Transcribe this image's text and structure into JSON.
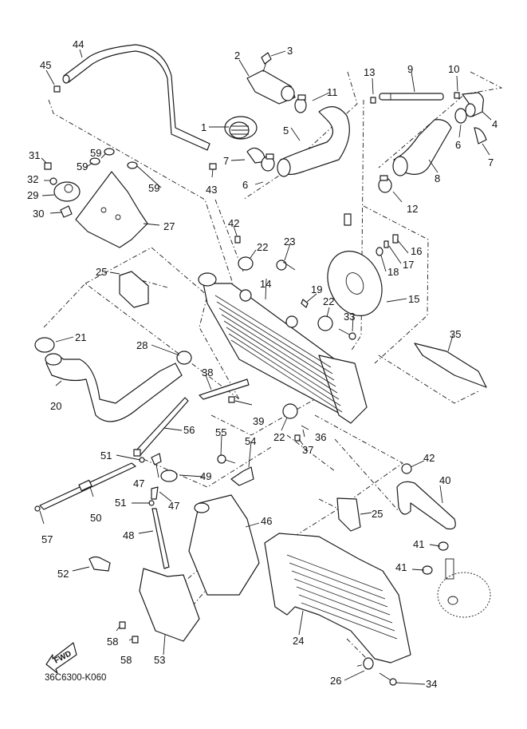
{
  "diagram": {
    "type": "exploded-parts-view",
    "subject": "radiator / cooling system",
    "drawing_code": "36C6300-K060",
    "direction_badge": "FWD",
    "parts": [
      {
        "ref": "1",
        "name": "thermostat"
      },
      {
        "ref": "2",
        "name": "thermostat-cover"
      },
      {
        "ref": "3",
        "name": "bolt"
      },
      {
        "ref": "4",
        "name": "joint-pipe"
      },
      {
        "ref": "5",
        "name": "hose"
      },
      {
        "ref": "6",
        "name": "hose-clamp"
      },
      {
        "ref": "7",
        "name": "hose-clamp"
      },
      {
        "ref": "8",
        "name": "hose"
      },
      {
        "ref": "9",
        "name": "breather-hose"
      },
      {
        "ref": "10",
        "name": "clip"
      },
      {
        "ref": "11",
        "name": "hose-clamp"
      },
      {
        "ref": "12",
        "name": "hose-clamp"
      },
      {
        "ref": "13",
        "name": "clip"
      },
      {
        "ref": "14",
        "name": "radiator"
      },
      {
        "ref": "15",
        "name": "fan-motor"
      },
      {
        "ref": "16",
        "name": "bolt"
      },
      {
        "ref": "17",
        "name": "collar"
      },
      {
        "ref": "18",
        "name": "grommet"
      },
      {
        "ref": "19",
        "name": "nut"
      },
      {
        "ref": "20",
        "name": "hose"
      },
      {
        "ref": "21",
        "name": "hose-clamp"
      },
      {
        "ref": "22",
        "name": "grommet"
      },
      {
        "ref": "23",
        "name": "collar"
      },
      {
        "ref": "24",
        "name": "radiator-cover"
      },
      {
        "ref": "25",
        "name": "damper"
      },
      {
        "ref": "26",
        "name": "collar"
      },
      {
        "ref": "27",
        "name": "bracket"
      },
      {
        "ref": "28",
        "name": "hose-clamp"
      },
      {
        "ref": "29",
        "name": "radiator-cap"
      },
      {
        "ref": "30",
        "name": "clip"
      },
      {
        "ref": "31",
        "name": "screw"
      },
      {
        "ref": "32",
        "name": "washer"
      },
      {
        "ref": "33",
        "name": "bolt"
      },
      {
        "ref": "34",
        "name": "bolt"
      },
      {
        "ref": "35",
        "name": "cover"
      },
      {
        "ref": "36",
        "name": "washer"
      },
      {
        "ref": "37",
        "name": "bolt"
      },
      {
        "ref": "38",
        "name": "bracket"
      },
      {
        "ref": "39",
        "name": "bolt"
      },
      {
        "ref": "40",
        "name": "hose"
      },
      {
        "ref": "41",
        "name": "hose-clamp"
      },
      {
        "ref": "42",
        "name": "clip"
      },
      {
        "ref": "43",
        "name": "clip"
      },
      {
        "ref": "44",
        "name": "hose"
      },
      {
        "ref": "45",
        "name": "clip"
      },
      {
        "ref": "46",
        "name": "reservoir-tank"
      },
      {
        "ref": "47",
        "name": "hose"
      },
      {
        "ref": "48",
        "name": "hose"
      },
      {
        "ref": "49",
        "name": "tank-cap"
      },
      {
        "ref": "50",
        "name": "breather-hose"
      },
      {
        "ref": "51",
        "name": "clip"
      },
      {
        "ref": "52",
        "name": "holder"
      },
      {
        "ref": "53",
        "name": "tank-cover"
      },
      {
        "ref": "54",
        "name": "bracket"
      },
      {
        "ref": "55",
        "name": "bolt"
      },
      {
        "ref": "56",
        "name": "band"
      },
      {
        "ref": "57",
        "name": "clip"
      },
      {
        "ref": "58",
        "name": "bolt"
      },
      {
        "ref": "59",
        "name": "grommet"
      }
    ],
    "labels": [
      {
        "id": "l44",
        "text": "44"
      },
      {
        "id": "l45",
        "text": "45"
      },
      {
        "id": "l2",
        "text": "2"
      },
      {
        "id": "l3",
        "text": "3"
      },
      {
        "id": "l1",
        "text": "1"
      },
      {
        "id": "l11",
        "text": "11"
      },
      {
        "id": "l5",
        "text": "5"
      },
      {
        "id": "l7a",
        "text": "7"
      },
      {
        "id": "l6a",
        "text": "6"
      },
      {
        "id": "l43",
        "text": "43"
      },
      {
        "id": "l13",
        "text": "13"
      },
      {
        "id": "l9",
        "text": "9"
      },
      {
        "id": "l10",
        "text": "10"
      },
      {
        "id": "l4",
        "text": "4"
      },
      {
        "id": "l6b",
        "text": "6"
      },
      {
        "id": "l7b",
        "text": "7"
      },
      {
        "id": "l8",
        "text": "8"
      },
      {
        "id": "l12",
        "text": "12"
      },
      {
        "id": "l31",
        "text": "31"
      },
      {
        "id": "l32",
        "text": "32"
      },
      {
        "id": "l29",
        "text": "29"
      },
      {
        "id": "l30",
        "text": "30"
      },
      {
        "id": "l59a",
        "text": "59"
      },
      {
        "id": "l59b",
        "text": "59"
      },
      {
        "id": "l59c",
        "text": "59"
      },
      {
        "id": "l27",
        "text": "27"
      },
      {
        "id": "l42a",
        "text": "42"
      },
      {
        "id": "l22a",
        "text": "22"
      },
      {
        "id": "l23",
        "text": "23"
      },
      {
        "id": "l16",
        "text": "16"
      },
      {
        "id": "l17",
        "text": "17"
      },
      {
        "id": "l18",
        "text": "18"
      },
      {
        "id": "l25a",
        "text": "25"
      },
      {
        "id": "l14",
        "text": "14"
      },
      {
        "id": "l19",
        "text": "19"
      },
      {
        "id": "l15",
        "text": "15"
      },
      {
        "id": "l22b",
        "text": "22"
      },
      {
        "id": "l33",
        "text": "33"
      },
      {
        "id": "l21",
        "text": "21"
      },
      {
        "id": "l28",
        "text": "28"
      },
      {
        "id": "l35",
        "text": "35"
      },
      {
        "id": "l20",
        "text": "20"
      },
      {
        "id": "l38",
        "text": "38"
      },
      {
        "id": "l39",
        "text": "39"
      },
      {
        "id": "l56",
        "text": "56"
      },
      {
        "id": "l22c",
        "text": "22"
      },
      {
        "id": "l36",
        "text": "36"
      },
      {
        "id": "l37",
        "text": "37"
      },
      {
        "id": "l55",
        "text": "55"
      },
      {
        "id": "l54",
        "text": "54"
      },
      {
        "id": "l51a",
        "text": "51"
      },
      {
        "id": "l42b",
        "text": "42"
      },
      {
        "id": "l47a",
        "text": "47"
      },
      {
        "id": "l49",
        "text": "49"
      },
      {
        "id": "l40",
        "text": "40"
      },
      {
        "id": "l50",
        "text": "50"
      },
      {
        "id": "l51b",
        "text": "51"
      },
      {
        "id": "l47b",
        "text": "47"
      },
      {
        "id": "l25b",
        "text": "25"
      },
      {
        "id": "l57",
        "text": "57"
      },
      {
        "id": "l46",
        "text": "46"
      },
      {
        "id": "l48",
        "text": "48"
      },
      {
        "id": "l41a",
        "text": "41"
      },
      {
        "id": "l52",
        "text": "52"
      },
      {
        "id": "l41b",
        "text": "41"
      },
      {
        "id": "l24",
        "text": "24"
      },
      {
        "id": "l58a",
        "text": "58"
      },
      {
        "id": "l58b",
        "text": "58"
      },
      {
        "id": "l53",
        "text": "53"
      },
      {
        "id": "l26",
        "text": "26"
      },
      {
        "id": "l34",
        "text": "34"
      }
    ]
  }
}
